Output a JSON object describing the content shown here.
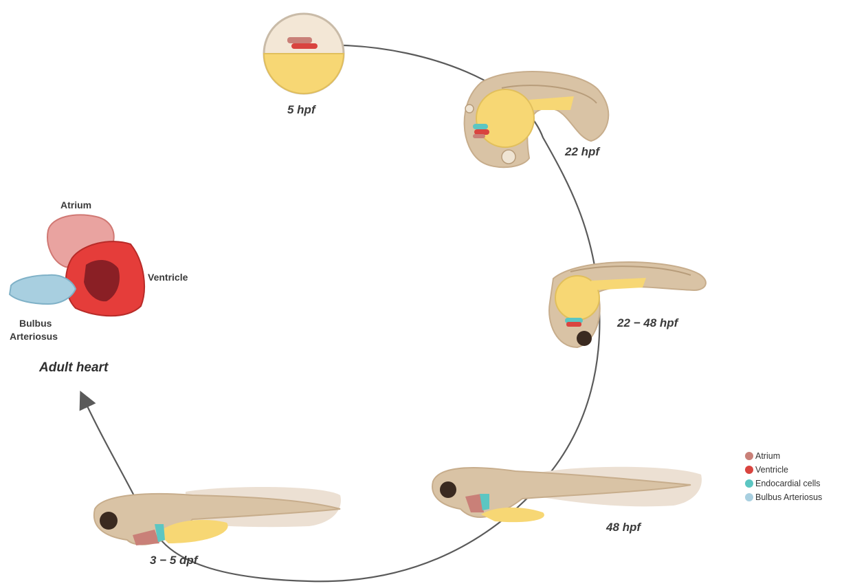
{
  "stages": [
    {
      "key": "s5hpf",
      "label": "5 hpf"
    },
    {
      "key": "s22hpf",
      "label": "22 hpf"
    },
    {
      "key": "s22_48hpf",
      "label": "22 − 48 hpf"
    },
    {
      "key": "s48hpf",
      "label": "48 hpf"
    },
    {
      "key": "s3_5dpf",
      "label": "3 − 5 dpf"
    }
  ],
  "adult_heart": {
    "title": "Adult heart",
    "labels": {
      "atrium": "Atrium",
      "ventricle": "Ventricle",
      "bulbus_line1": "Bulbus",
      "bulbus_line2": "Arteriosus"
    }
  },
  "legend": [
    {
      "label": "Atrium",
      "color": "#c98078"
    },
    {
      "label": "Ventricle",
      "color": "#d9443f"
    },
    {
      "label": "Endocardial cells",
      "color": "#5cc6c2"
    },
    {
      "label": "Bulbus Arteriosus",
      "color": "#a8cfe0"
    }
  ],
  "colors": {
    "yolk": "#f7d774",
    "embryo_body": "#d9c3a5",
    "fin": "#ece0d3",
    "line": "#5a5a5a"
  }
}
